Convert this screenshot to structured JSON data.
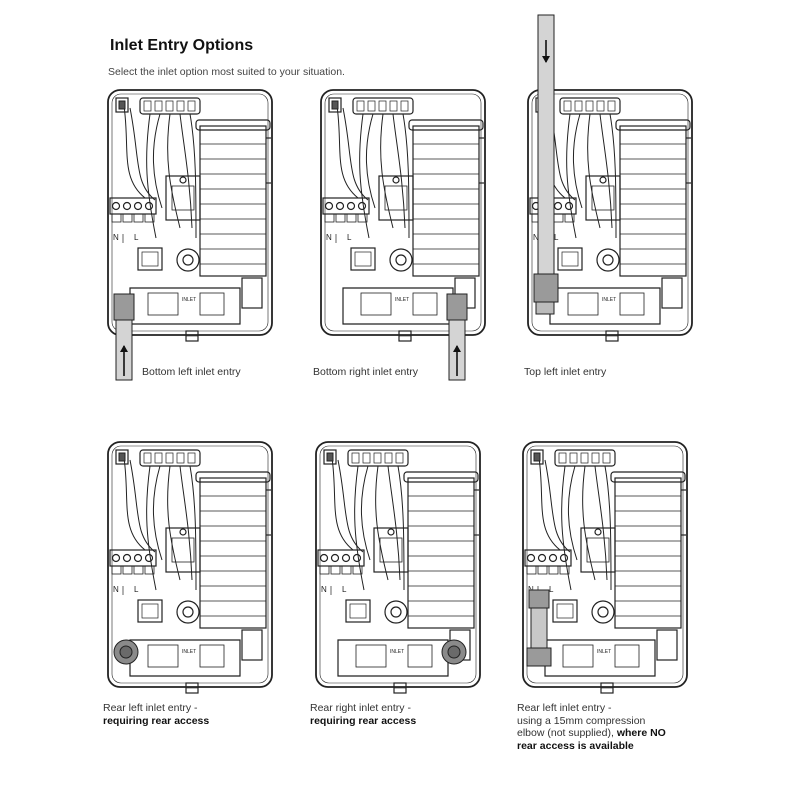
{
  "header": {
    "title": "Inlet Entry Options",
    "subtitle": "Select the inlet option most suited to your situation."
  },
  "options": [
    {
      "caption_lines": [
        "Bottom left inlet entry"
      ],
      "bold_lines": []
    },
    {
      "caption_lines": [
        "Bottom right inlet entry"
      ],
      "bold_lines": []
    },
    {
      "caption_lines": [
        "Top left inlet entry"
      ],
      "bold_lines": []
    },
    {
      "caption_lines": [
        "Rear left inlet entry -"
      ],
      "bold_lines": [
        "requiring rear access"
      ]
    },
    {
      "caption_lines": [
        "Rear right inlet entry -"
      ],
      "bold_lines": [
        "requiring rear access"
      ]
    },
    {
      "caption_lines": [
        "Rear left inlet entry -",
        "using a 15mm compression",
        "elbow (not supplied),"
      ],
      "inline_bold": "where NO",
      "bold_lines": [
        "rear access is available"
      ]
    }
  ],
  "terminal_labels": [
    "N",
    "L"
  ],
  "inlet_label": "INLET"
}
